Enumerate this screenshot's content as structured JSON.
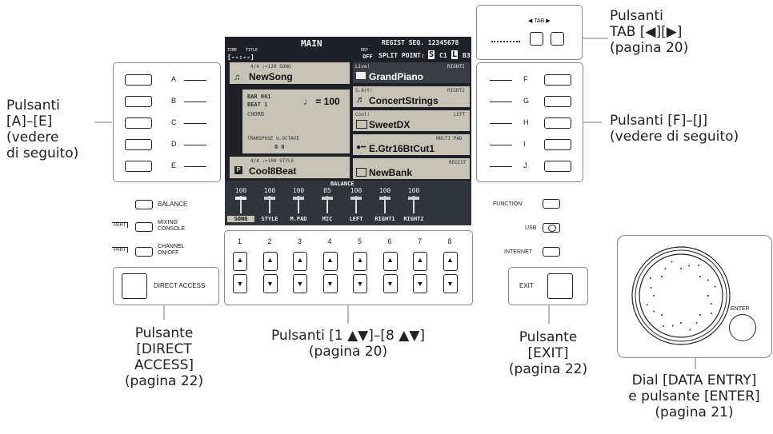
{
  "callouts": {
    "tab": [
      "Pulsanti",
      "TAB [◀][▶]",
      "(pagina 20)"
    ],
    "ae": [
      "Pulsanti",
      "[A]–[E]",
      "(vedere",
      "di seguito)"
    ],
    "fj": [
      "Pulsanti [F]–[J]",
      "(vedere di seguito)"
    ],
    "direct": [
      "Pulsante",
      "[DIRECT",
      "ACCESS]",
      "(pagina 22)"
    ],
    "numbers": [
      "Pulsanti [1 ▲▼]–[8 ▲▼]",
      "(pagina 20)"
    ],
    "exit": [
      "Pulsante",
      "[EXIT]",
      "(pagina 22)"
    ],
    "dial": [
      "Dial [DATA ENTRY]",
      "e pulsante [ENTER]",
      "(pagina 21)"
    ]
  },
  "panel": {
    "tab_label": "◀ TAB ▶",
    "left_buttons": [
      "A",
      "B",
      "C",
      "D",
      "E"
    ],
    "right_buttons": [
      "F",
      "G",
      "H",
      "I",
      "J"
    ],
    "balance": "BALANCE",
    "mixing": "MIXING CONSOLE",
    "channel": "CHANNEL ON/OFF",
    "part": "PART",
    "direct_access": "DIRECT ACCESS",
    "function": "FUNCTION",
    "usb": "USB",
    "internet": "INTERNET",
    "exit": "EXIT",
    "enter": "ENTER",
    "numbers": [
      "1",
      "2",
      "3",
      "4",
      "5",
      "6",
      "7",
      "8"
    ]
  },
  "lcd": {
    "title": "MAIN",
    "regist": "REGIST SEQ. 12345678",
    "time_label": "TIME",
    "title_label": "TITLE",
    "time": "[--:--]",
    "rep": "REP",
    "rep_val": "OFF",
    "split": "SPLIT POINT:",
    "split_s": "S",
    "split_c1": "C1",
    "split_l": "L",
    "split_b3": "B3",
    "song_info": "4/4  ♩=120   SONG",
    "song_name": "NewSong",
    "bar": "BAR  001",
    "beat": "BEAT   1",
    "chord": "CHORD",
    "tempo": "♩ = 100",
    "transpose": "TRANSPOSE  U.OCTAVE",
    "transpose_vals": "0         0",
    "style_info": "4/4  ♩=100   STYLE",
    "style_name": "Cool8Beat",
    "right1_cat": "Live!",
    "right1_tag": "RIGHT1",
    "right1_name": "GrandPiano",
    "right2_cat": "S.Art!",
    "right2_tag": "RIGHT2",
    "right2_name": "ConcertStrings",
    "left_cat": "Cool!",
    "left_tag": "LEFT",
    "left_name": "SweetDX",
    "pad_tag": "MULTI PAD",
    "pad_name": "E.Gtr16BtCut1",
    "regist_tag": "REGIST",
    "regist_name": "NewBank",
    "balance": "BALANCE",
    "faders": [
      {
        "name": "SONG",
        "value": "100"
      },
      {
        "name": "STYLE",
        "value": "100"
      },
      {
        "name": "M.PAD",
        "value": "100"
      },
      {
        "name": "MIC",
        "value": "85"
      },
      {
        "name": "LEFT",
        "value": "100"
      },
      {
        "name": "RIGHT1",
        "value": "100"
      },
      {
        "name": "RIGHT2",
        "value": "100"
      }
    ]
  }
}
